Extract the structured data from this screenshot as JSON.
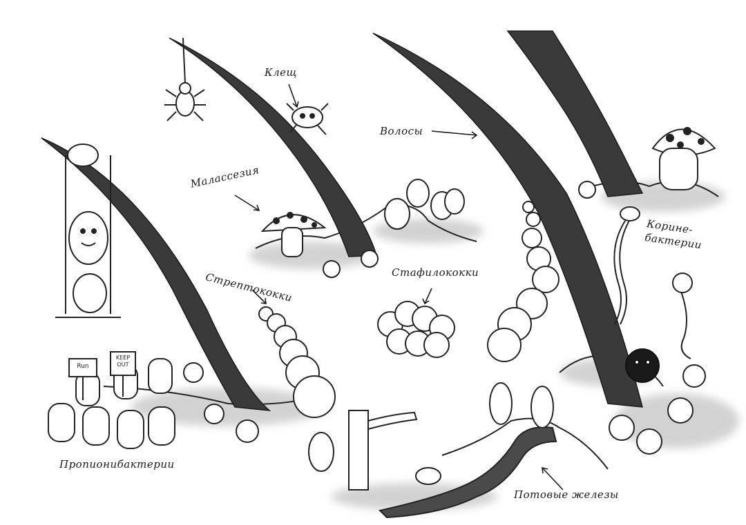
{
  "labels": {
    "mite": "Клещ",
    "hair": "Волосы",
    "malassezia": "Малассезия",
    "streptococci": "Стрептококки",
    "staphylococci": "Стафилококки",
    "corynebacteria": "Корине-\nбактерии",
    "propionibacteria": "Пропионибактерии",
    "sweat_glands": "Потовые железы"
  },
  "signs": {
    "sign1": "Run",
    "sign2": "KEEP OUT"
  },
  "colors": {
    "hair": "#3a3a3a",
    "skin_shadow": "#bdbdbd",
    "ink": "#1a1a1a",
    "gland_water": "#4a4a4a",
    "outline": "#222222"
  }
}
